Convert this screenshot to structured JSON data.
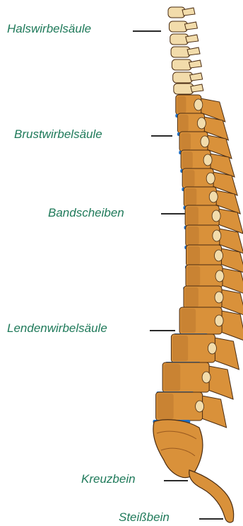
{
  "diagram": {
    "labels": [
      {
        "id": "cervical",
        "text": "Halswirbelsäule"
      },
      {
        "id": "thoracic",
        "text": "Brustwirbelsäule"
      },
      {
        "id": "discs",
        "text": "Bandscheiben"
      },
      {
        "id": "lumbar",
        "text": "Lendenwirbelsäule"
      },
      {
        "id": "sacrum",
        "text": "Kreuzbein"
      },
      {
        "id": "coccyx",
        "text": "Steißbein"
      }
    ],
    "colors": {
      "label_text": "#1f7a5a",
      "leader_line": "#2a2a2a",
      "bone": "#d9913a",
      "bone_light": "#f2dcab",
      "bone_dark": "#9a5a20",
      "disc": "#1f6fc4",
      "outline": "#4a2c12"
    }
  }
}
